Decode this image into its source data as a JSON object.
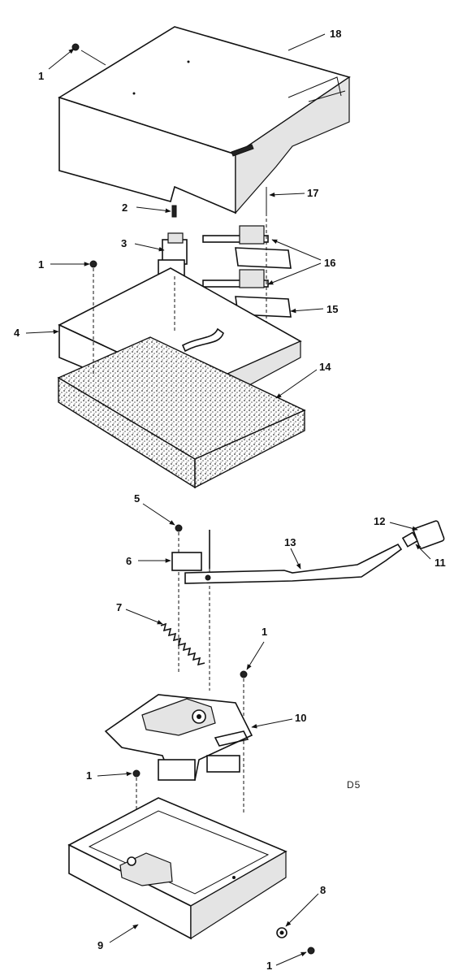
{
  "diagram": {
    "code": "D5",
    "callouts": {
      "c1_top": "1",
      "c18": "18",
      "c2": "2",
      "c17": "17",
      "c3": "3",
      "c1_mid": "1",
      "c16": "16",
      "c15": "15",
      "c4": "4",
      "c14": "14",
      "c5": "5",
      "c12": "12",
      "c13": "13",
      "c6": "6",
      "c11": "11",
      "c7": "7",
      "c1_right": "1",
      "c10": "10",
      "c1_left": "1",
      "c9": "9",
      "c8": "8",
      "c1_bottom": "1"
    }
  }
}
